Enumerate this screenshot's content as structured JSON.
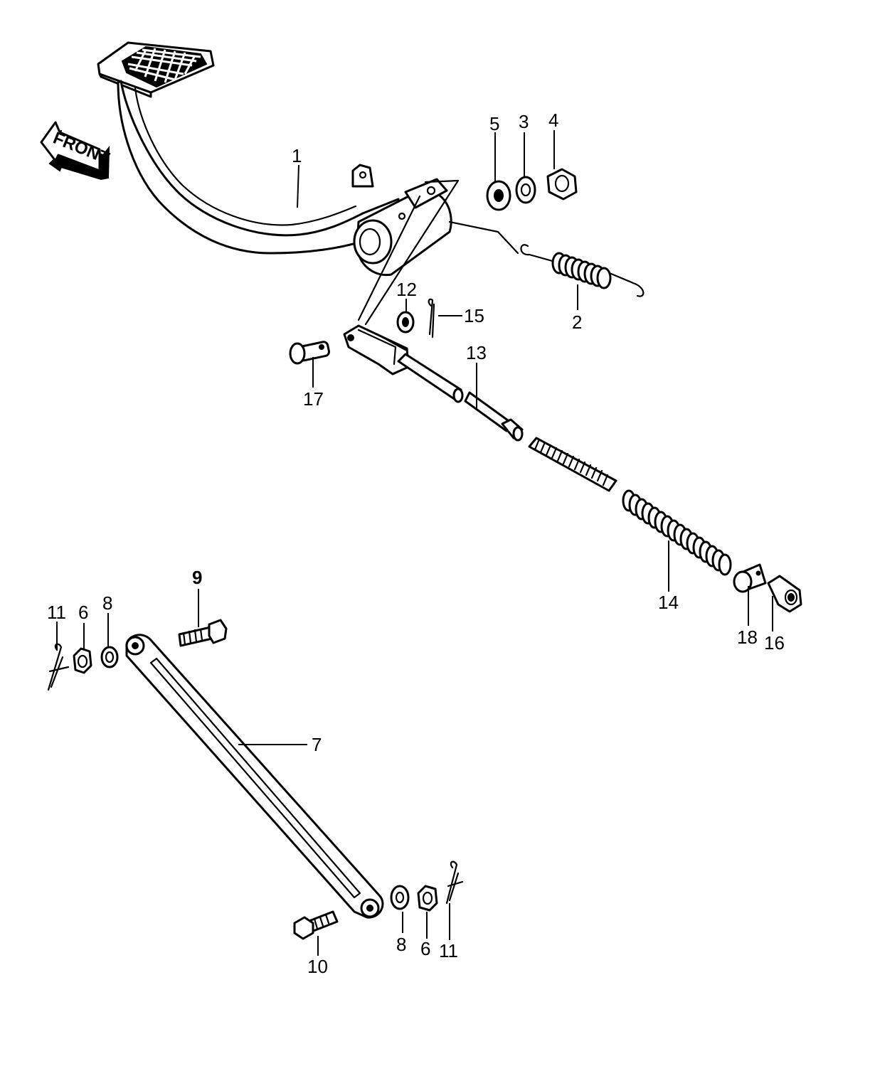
{
  "front_label": "FRONT",
  "callouts": {
    "c1": "1",
    "c2": "2",
    "c3": "3",
    "c4": "4",
    "c5": "5",
    "c6a": "6",
    "c6b": "6",
    "c7": "7",
    "c8a": "8",
    "c8b": "8",
    "c9": "9",
    "c10": "10",
    "c11a": "11",
    "c11b": "11",
    "c12": "12",
    "c13": "13",
    "c14": "14",
    "c15": "15",
    "c16": "16",
    "c17": "17",
    "c18": "18"
  }
}
